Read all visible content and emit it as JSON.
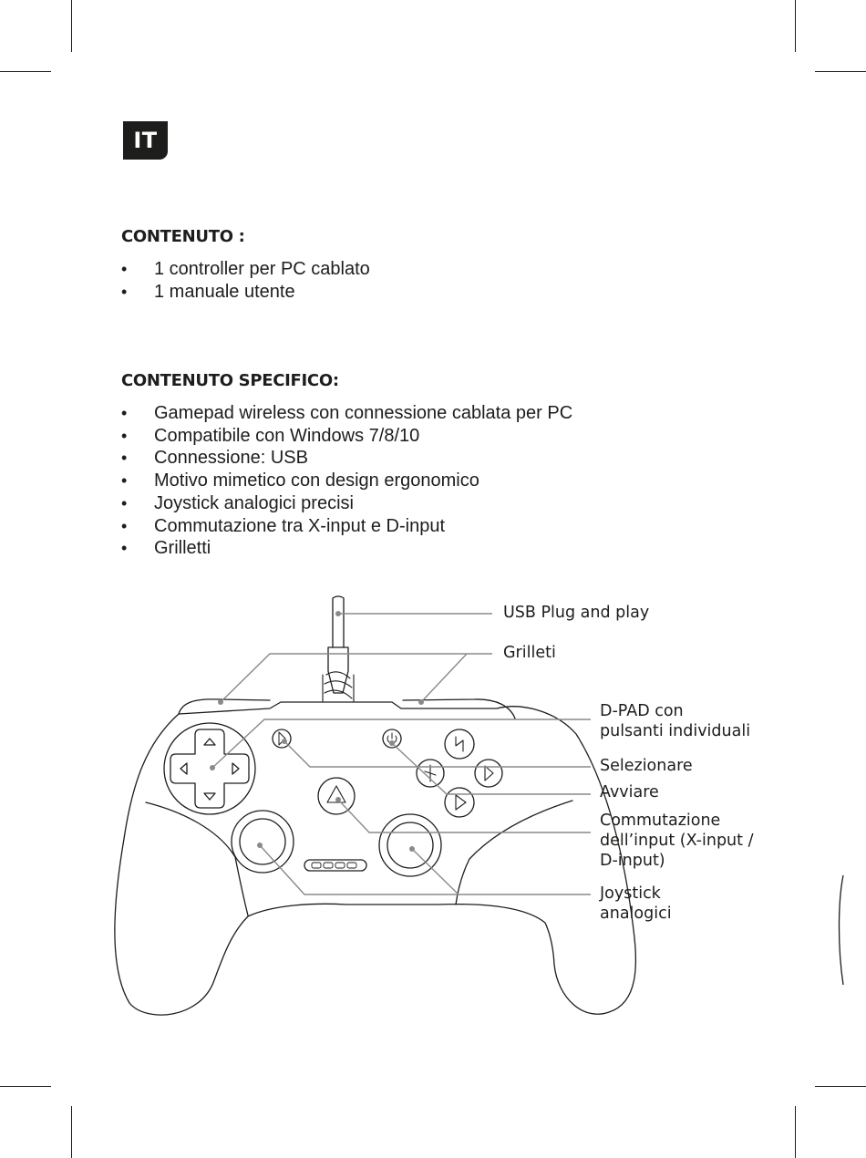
{
  "language_badge": "IT",
  "contents": {
    "heading": "CONTENUTO :",
    "items": [
      "1 controller per PC cablato",
      "1 manuale utente"
    ]
  },
  "specs": {
    "heading": "CONTENUTO SPECIFICO:",
    "items": [
      "Gamepad wireless con connessione cablata per PC",
      "Compatibile con Windows 7/8/10",
      "Connessione: USB",
      "Motivo mimetico con design ergonomico",
      "Joystick analogici precisi",
      "Commutazione tra X-input e D-input",
      "Grilletti"
    ]
  },
  "diagram": {
    "callouts": {
      "usb": "USB Plug and play",
      "triggers": "Grilleti",
      "dpad_1": "D-PAD con",
      "dpad_2": "pulsanti individuali",
      "select": "Selezionare",
      "start": "Avviare",
      "switch_1": "Commutazione",
      "switch_2": "dell’input (X-input /",
      "switch_3": "D-input)",
      "joystick_1": "Joystick",
      "joystick_2": "analogici"
    }
  },
  "colors": {
    "ink": "#1d1d1b",
    "leader": "#8a8a8a",
    "badge_text": "#ffffff"
  }
}
